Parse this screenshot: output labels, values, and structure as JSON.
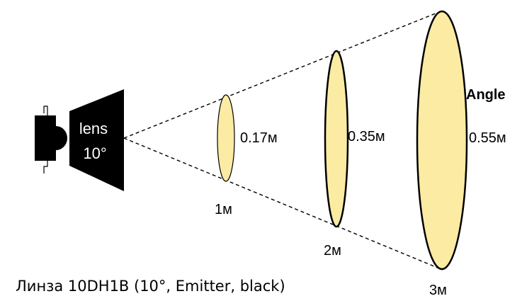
{
  "lens": {
    "line1": "lens",
    "line2": "10°"
  },
  "angle_label": "Angle",
  "spots": [
    {
      "distance": "1м",
      "diameter": "0.17м"
    },
    {
      "distance": "2м",
      "diameter": "0.35м"
    },
    {
      "distance": "3м",
      "diameter": "0.55м"
    }
  ],
  "caption": "Линза 10DH1B (10°, Emitter, black)",
  "colors": {
    "spot_fill": "#FCEBA3",
    "outline": "#000000"
  }
}
